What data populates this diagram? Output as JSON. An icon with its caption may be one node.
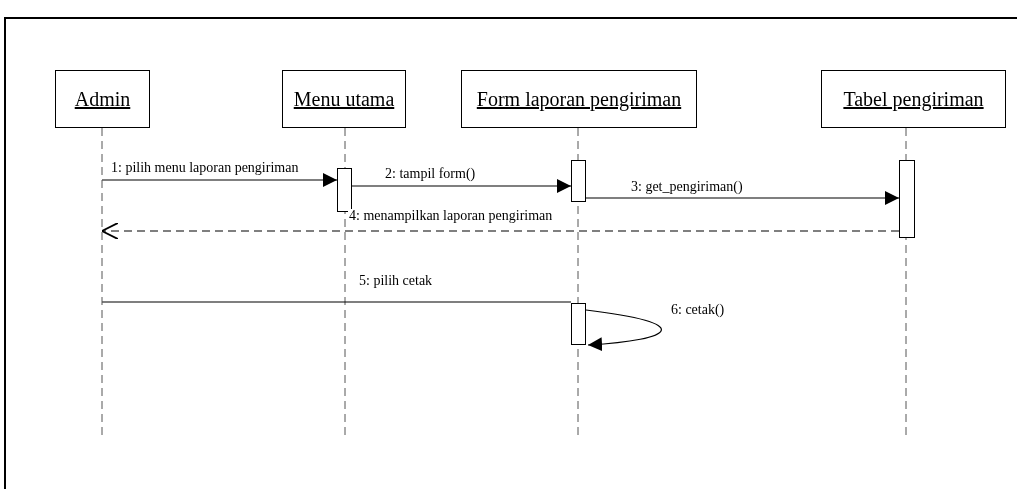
{
  "diagram": {
    "nodes": [
      {
        "text": [
          "Admin"
        ]
      },
      {
        "text": [
          "Menu utama"
        ]
      },
      {
        "text": [
          "Form laporan pengiriman"
        ]
      },
      {
        "text": [
          "Tabel pengiriman"
        ]
      },
      {
        "text": [],
        "shape": "bar"
      },
      {
        "text": [],
        "shape": "bar"
      },
      {
        "text": [],
        "shape": "bar"
      },
      {
        "text": [],
        "shape": "bar"
      }
    ],
    "edges": [
      {
        "from": 0,
        "to": 4,
        "arrow": "to",
        "label": "1: pilih menu laporan pengiriman"
      },
      {
        "from": 4,
        "to": 5,
        "arrow": "to",
        "label": "2: tampil form()"
      },
      {
        "from": 5,
        "to": 6,
        "arrow": "to",
        "label": "3: get_pengiriman()"
      },
      {
        "from": 6,
        "to": 0,
        "arrow": "to",
        "style": "dashed",
        "label": "4: menampilkan laporan pengiriman"
      },
      {
        "from": 0,
        "to": 7,
        "arrow": "none",
        "label": "5: pilih cetak"
      },
      {
        "from": 7,
        "to": 7,
        "arrow": "to",
        "label": "6: cetak()"
      }
    ]
  }
}
